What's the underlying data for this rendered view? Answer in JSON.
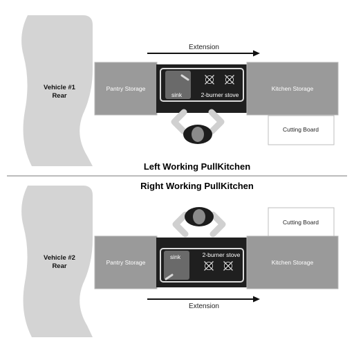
{
  "titles": {
    "left": "Left Working PullKitchen",
    "right": "Right Working PullKitchen"
  },
  "left_diagram": {
    "vehicle_line1": "Vehicle #1",
    "vehicle_line2": "Rear",
    "pantry": "Pantry Storage",
    "sink": "sink",
    "stove": "2-burner stove",
    "kitchen_storage": "Kitchen Storage",
    "cutting_board": "Cutting Board",
    "extension": "Extension"
  },
  "right_diagram": {
    "vehicle_line1": "Vehicle #2",
    "vehicle_line2": "Rear",
    "pantry": "Pantry Storage",
    "sink": "sink",
    "stove": "2-burner stove",
    "kitchen_storage": "Kitchen Storage",
    "cutting_board": "Cutting Board",
    "extension": "Extension"
  },
  "colors": {
    "vehicle": "#d4d4d4",
    "storage": "#9a9a9a",
    "kitchen_unit": "#1f1f1f",
    "sink": "#6a6a6a",
    "person_head": "#1c1c1c",
    "person_arms": "#d0d0d0"
  }
}
